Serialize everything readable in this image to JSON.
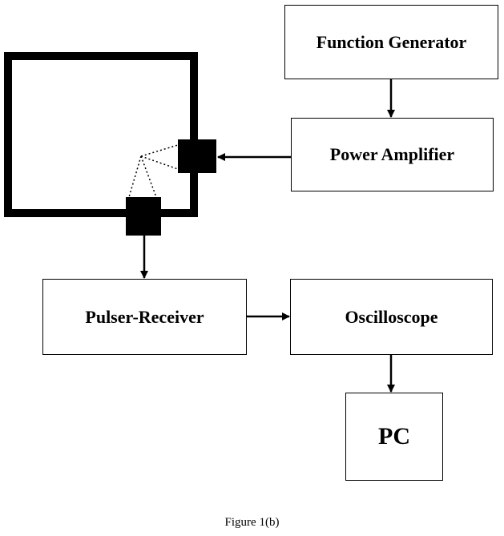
{
  "boxes": {
    "function_generator": "Function Generator",
    "power_amplifier": "Power Amplifier",
    "pulser_receiver": "Pulser-Receiver",
    "oscilloscope": "Oscilloscope",
    "pc": "PC"
  },
  "caption": "Figure 1(b)"
}
